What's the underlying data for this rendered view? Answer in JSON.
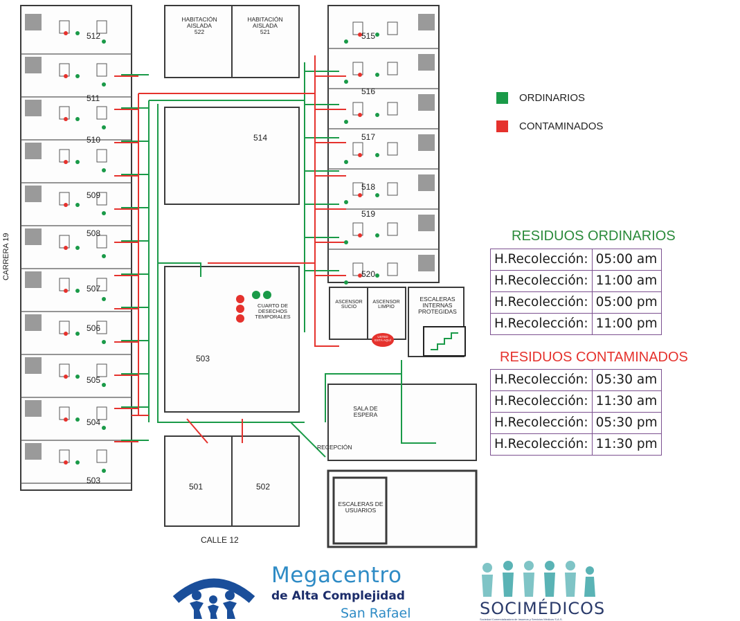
{
  "legend": {
    "ordinarios": {
      "label": "ORDINARIOS",
      "color": "#1a9a48"
    },
    "contaminados": {
      "label": "CONTAMINADOS",
      "color": "#e5322d"
    }
  },
  "rooms_left": [
    "512",
    "511",
    "510",
    "509",
    "508",
    "507",
    "506",
    "505",
    "504",
    "503"
  ],
  "rooms_right": [
    "515",
    "516",
    "517",
    "518",
    "519",
    "520"
  ],
  "isolation": [
    {
      "title": "HABITACIÓN AISLADA",
      "num": "522"
    },
    {
      "title": "HABITACIÓN AISLADA",
      "num": "521"
    }
  ],
  "center_labels": {
    "room_514": "514",
    "room_503": "503",
    "cuarto": "CUARTO DE DESECHOS TEMPORALES",
    "ascensor_sucio": "ASCENSOR SUCIO",
    "ascensor_limpio": "ASCENSOR LIMPIO",
    "escaleras_internas": "ESCALERAS INTERNAS PROTEGIDAS",
    "usted": "USTED ESTÁ AQUÍ",
    "sala": "SALA DE ESPERA",
    "recepcion": "RECEPCIÓN",
    "escaleras_usuarios": "ESCALERAS DE USUARIOS",
    "room_501": "501",
    "room_502": "502"
  },
  "streets": {
    "west": "CARRERA 19",
    "south": "CALLE 12"
  },
  "schedule_ordinarios": {
    "title": "RESIDUOS ORDINARIOS",
    "color": "#2a8a3a",
    "rows": [
      {
        "label": "H.Recolección:",
        "time": "05:00 am"
      },
      {
        "label": "H.Recolección:",
        "time": "11:00 am"
      },
      {
        "label": "H.Recolección:",
        "time": "05:00 pm"
      },
      {
        "label": "H.Recolección:",
        "time": "11:00 pm"
      }
    ]
  },
  "schedule_contaminados": {
    "title": "RESIDUOS CONTAMINADOS",
    "color": "#e5322d",
    "rows": [
      {
        "label": "H.Recolección:",
        "time": "05:30 am"
      },
      {
        "label": "H.Recolección:",
        "time": "11:30 am"
      },
      {
        "label": "H.Recolección:",
        "time": "05:30 pm"
      },
      {
        "label": "H.Recolección:",
        "time": "11:30 pm"
      }
    ]
  },
  "logos": {
    "mega_line1": "Megacentro",
    "mega_line2": "de Alta Complejidad",
    "mega_line3": "San Rafael",
    "soci_name": "SOCIMÉDICOS",
    "soci_sub": "Sociedad Comercializadora de Insumos y Servicios Médicos S.A.S."
  }
}
